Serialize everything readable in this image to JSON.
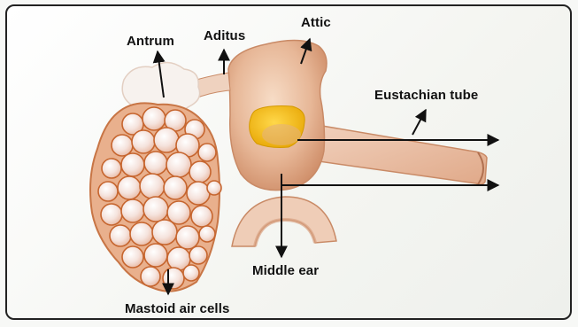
{
  "labels": {
    "antrum": "Antrum",
    "aditus": "Aditus",
    "attic": "Attic",
    "eustachian_tube": "Eustachian tube",
    "middle_ear": "Middle ear",
    "mastoid_air_cells": "Mastoid air cells"
  },
  "colors": {
    "background": "#f7f8f6",
    "frame": "#222222",
    "tissue": "#e6b594",
    "tissue_outline": "#c98a66",
    "cell_fill": "#f3dcd4",
    "cell_outline": "#c6652e",
    "tympanic_patch": "#f2b80f",
    "arrow": "#111111"
  }
}
